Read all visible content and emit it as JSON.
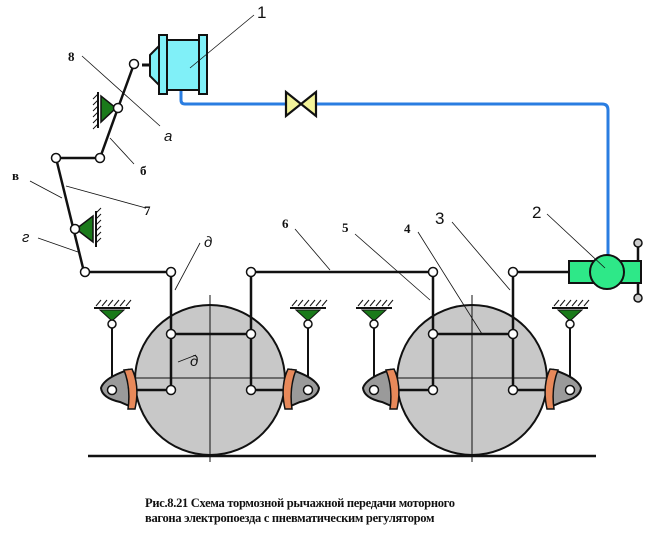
{
  "figure": {
    "title": "Brake rigging scheme of motor car with pneumatic regulator",
    "caption_line1": "Рис.8.21 Схема тормозной рычажной передачи моторного",
    "caption_line2": "вагона электропоезда с пневматическим регулятором"
  },
  "labels": {
    "n1": "1",
    "n2": "2",
    "n3": "3",
    "n4": "4",
    "n5": "5",
    "n6_top": "6",
    "n6_left": "б",
    "n7": "7",
    "n8": "8",
    "a": "а",
    "v": "в",
    "g": "г",
    "d_top": "д",
    "d_wheel": "д"
  },
  "colors": {
    "cylinder": "#80f0f8",
    "air_line": "#2a7de1",
    "valve": "#f4f49a",
    "regulator": "#2ee888",
    "pivot": "#1a7a1a",
    "wheel": "#c8c8c8",
    "shoe_holder": "#9a9a9a",
    "brake_pad": "#e8895a"
  }
}
